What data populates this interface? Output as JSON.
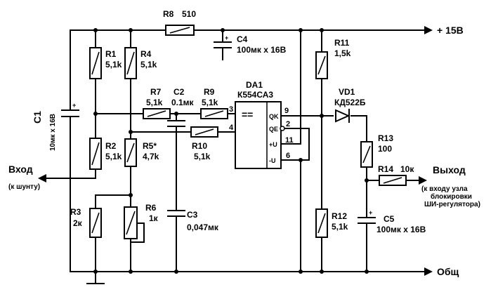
{
  "components": {
    "r1": {
      "name": "R1",
      "value": "5,1k"
    },
    "r2": {
      "name": "R2",
      "value": "5,1k"
    },
    "r3": {
      "name": "R3",
      "value": "2к"
    },
    "r4": {
      "name": "R4",
      "value": "5,1k"
    },
    "r5": {
      "name": "R5*",
      "value": "4,7k"
    },
    "r6": {
      "name": "R6",
      "value": "1к"
    },
    "r7": {
      "name": "R7",
      "value": "5,1k"
    },
    "r8": {
      "name": "R8",
      "value": "510"
    },
    "r9": {
      "name": "R9",
      "value": "5,1k"
    },
    "r10": {
      "name": "R10",
      "value": "5,1k"
    },
    "r11": {
      "name": "R11",
      "value": "1,5k"
    },
    "r12": {
      "name": "R12",
      "value": "5,1k"
    },
    "r13": {
      "name": "R13",
      "value": "100"
    },
    "r14": {
      "name": "R14",
      "value": "10к"
    },
    "c1": {
      "name": "C1",
      "value": "10мк х 16В"
    },
    "c2": {
      "name": "C2",
      "value": "0.1мк"
    },
    "c3": {
      "name": "C3",
      "value": "0,047мк"
    },
    "c4": {
      "name": "C4",
      "value": "100мк х 16В"
    },
    "c5": {
      "name": "C5",
      "value": "100мк х 16В"
    },
    "vd1": {
      "name": "VD1",
      "value": "КД522Б"
    },
    "da1": {
      "name": "DA1",
      "value": "К554СА3",
      "symbol": "==",
      "pins": {
        "p3": "3",
        "p4": "4",
        "p9": "9",
        "p2": "2",
        "p11": "11",
        "p6": "6"
      },
      "pin_labels": {
        "qk": "QK",
        "qe": "QE",
        "plus_u": "+U",
        "minus_u": "-U"
      }
    }
  },
  "terminals": {
    "supply": "+ 15В",
    "input": "Вход",
    "input_note": "(к шунту)",
    "output": "Выход",
    "output_note": [
      "(к входу узла",
      "блокировки",
      "ШИ-регулятора)"
    ],
    "ground": "Общ"
  },
  "polarity_mark": "+"
}
